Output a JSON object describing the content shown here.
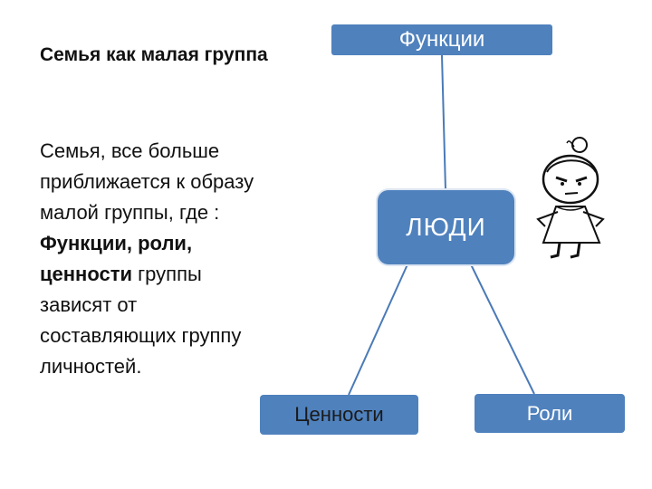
{
  "slide": {
    "title": "Семья как малая группа",
    "body": {
      "text_before": "Семья, все больше приближается к образу малой группы, где : ",
      "bold_text": "Функции, роли, ценности",
      "text_after": " группы зависят от составляющих группу личностей."
    }
  },
  "diagram": {
    "nodes": {
      "functions": "Функции",
      "people": "ЛЮДИ",
      "values": "Ценности",
      "roles": "Роли"
    },
    "colors": {
      "box_fill": "#4f81bd",
      "connector": "#4a7ab8"
    }
  },
  "illustration": {
    "icon": "cartoon-girl-icon"
  }
}
